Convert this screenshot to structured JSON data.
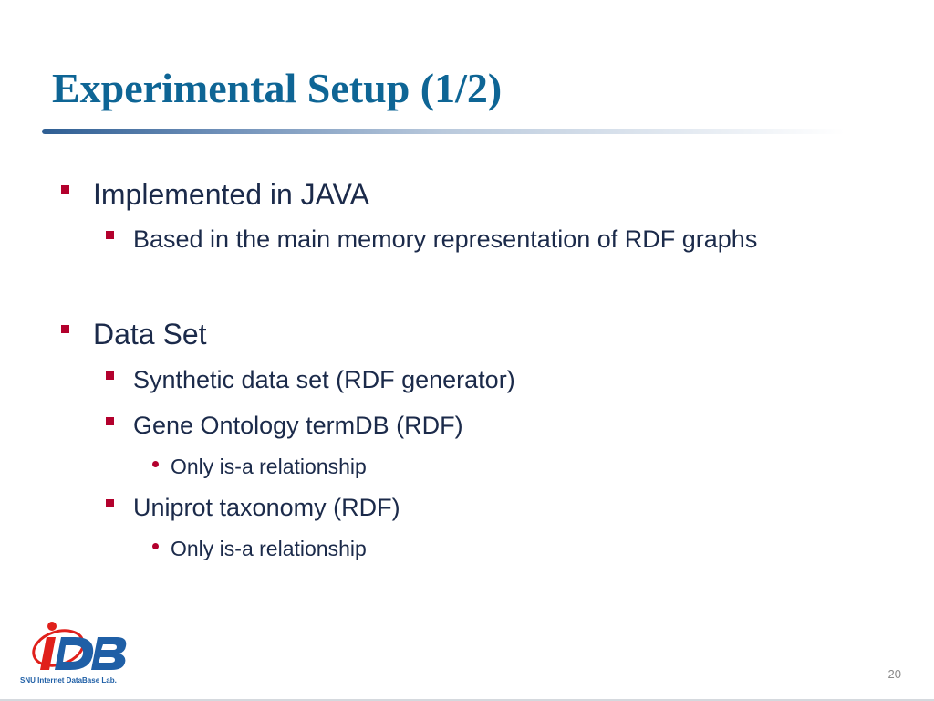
{
  "slide": {
    "title": "Experimental Setup (1/2)",
    "page_number": "20"
  },
  "bullets": [
    {
      "level": 1,
      "marker": "square",
      "text": "Implemented in JAVA"
    },
    {
      "level": 2,
      "marker": "square",
      "text": "Based in the main memory representation of RDF graphs"
    },
    {
      "level": 1,
      "marker": "square",
      "text": "Data Set"
    },
    {
      "level": 2,
      "marker": "square",
      "text": "Synthetic data set (RDF generator)"
    },
    {
      "level": 2,
      "marker": "square",
      "text": "Gene Ontology termDB (RDF)"
    },
    {
      "level": 3,
      "marker": "dot",
      "text": "Only is-a relationship"
    },
    {
      "level": 2,
      "marker": "square",
      "text": "Uniprot taxonomy (RDF)"
    },
    {
      "level": 3,
      "marker": "dot",
      "text": "Only is-a relationship"
    }
  ],
  "logo": {
    "caption": "SNU Internet DataBase Lab.",
    "mark": "iDB"
  },
  "icons": {
    "title_rule": "gradient-divider",
    "level1_bullet": "square-bullet-icon",
    "level2_bullet": "square-bullet-icon",
    "level3_bullet": "dot-bullet-icon",
    "logo": "idb-logo-icon"
  },
  "colors": {
    "title": "#0E6595",
    "title_rule_start": "#2E5E93",
    "title_rule_end": "#FFFFFF",
    "body_text": "#1B2A4A",
    "bullet": "#B3002D",
    "logo_red": "#E0201B",
    "logo_blue": "#1F5FA6",
    "caption": "#1F5FA6",
    "page_number": "#8A8A8A",
    "bottom_rule": "#D5D9DE"
  }
}
